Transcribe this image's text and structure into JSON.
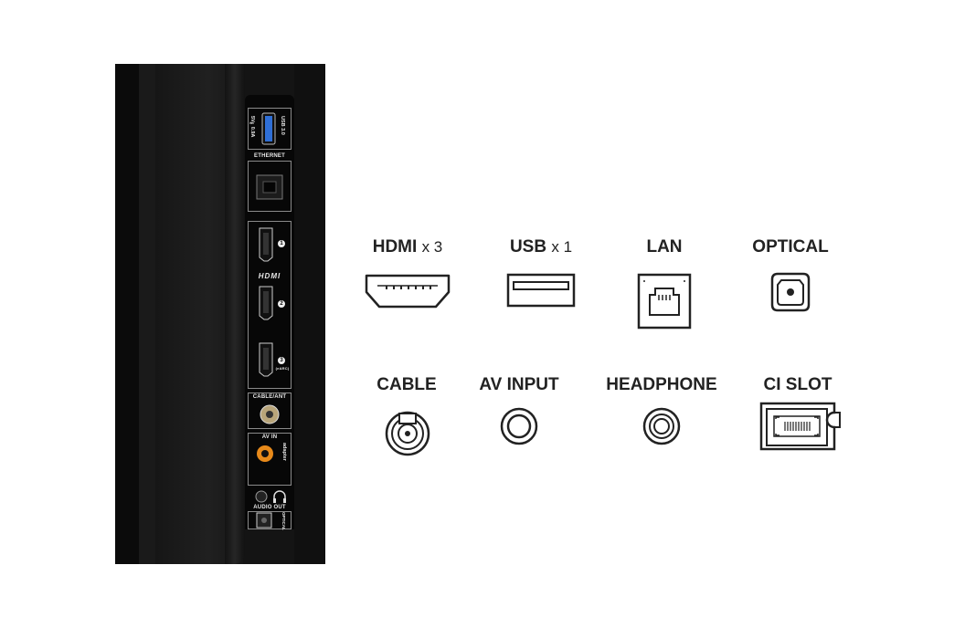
{
  "tv_panel": {
    "usb_label": "USB 3.0",
    "usb_power": "5V⎓0.9A",
    "ethernet_label": "ETHERNET",
    "hdmi_logo": "HDMI",
    "hdmi_ports": [
      "1",
      "2",
      "3"
    ],
    "hdmi_earc": "(eARC)",
    "cable_ant_label": "CABLE/ANT",
    "av_in_label": "AV IN",
    "adapter_label": "adapter",
    "audio_out_label": "AUDIO OUT",
    "optical_label": "OPTICAL"
  },
  "legend": {
    "row1": [
      {
        "name": "HDMI",
        "mult": "x 3",
        "icon": "hdmi-icon"
      },
      {
        "name": "USB",
        "mult": "x 1",
        "icon": "usb-icon"
      },
      {
        "name": "LAN",
        "mult": "",
        "icon": "lan-icon"
      },
      {
        "name": "OPTICAL",
        "mult": "",
        "icon": "optical-icon"
      }
    ],
    "row2": [
      {
        "name": "CABLE",
        "mult": "",
        "icon": "coax-icon"
      },
      {
        "name": "AV INPUT",
        "mult": "",
        "icon": "av-input-icon"
      },
      {
        "name": "HEADPHONE",
        "mult": "",
        "icon": "headphone-jack-icon"
      },
      {
        "name": "CI SLOT",
        "mult": "",
        "icon": "ci-slot-icon"
      }
    ]
  },
  "colors": {
    "text": "#222222",
    "panel": "#141414",
    "usb_blue": "#2f6fd6",
    "av_orange": "#e88a1a",
    "coax_gold": "#b8a57a"
  }
}
